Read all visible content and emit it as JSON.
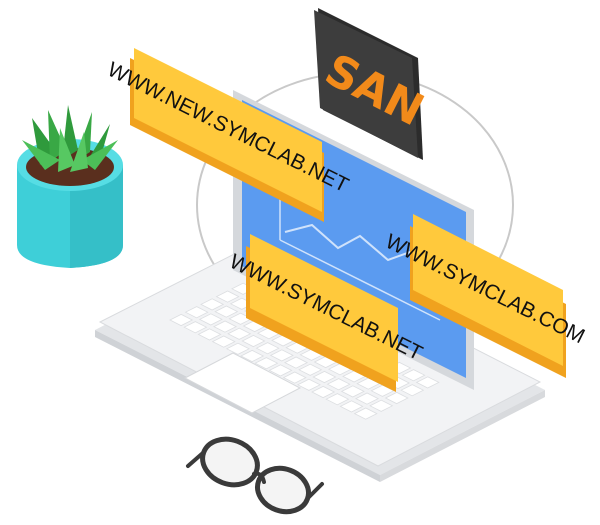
{
  "badge": {
    "text": "SAN"
  },
  "domains": [
    {
      "text": "WWW.NEW.SYMCLAB.NET"
    },
    {
      "text": "WWW.SYMCLAB.NET"
    },
    {
      "text": "WWW.SYMCLAB.COM"
    }
  ],
  "colors": {
    "card_fill": "#ffc93c",
    "card_edge": "#f0a21e",
    "screen": "#5b9bf0",
    "laptop_body": "#eceef1",
    "pot": "#3ecfd8",
    "plant": "#39a845",
    "badge_bg": "#3a3a3a",
    "badge_text": "#f28a1a"
  }
}
